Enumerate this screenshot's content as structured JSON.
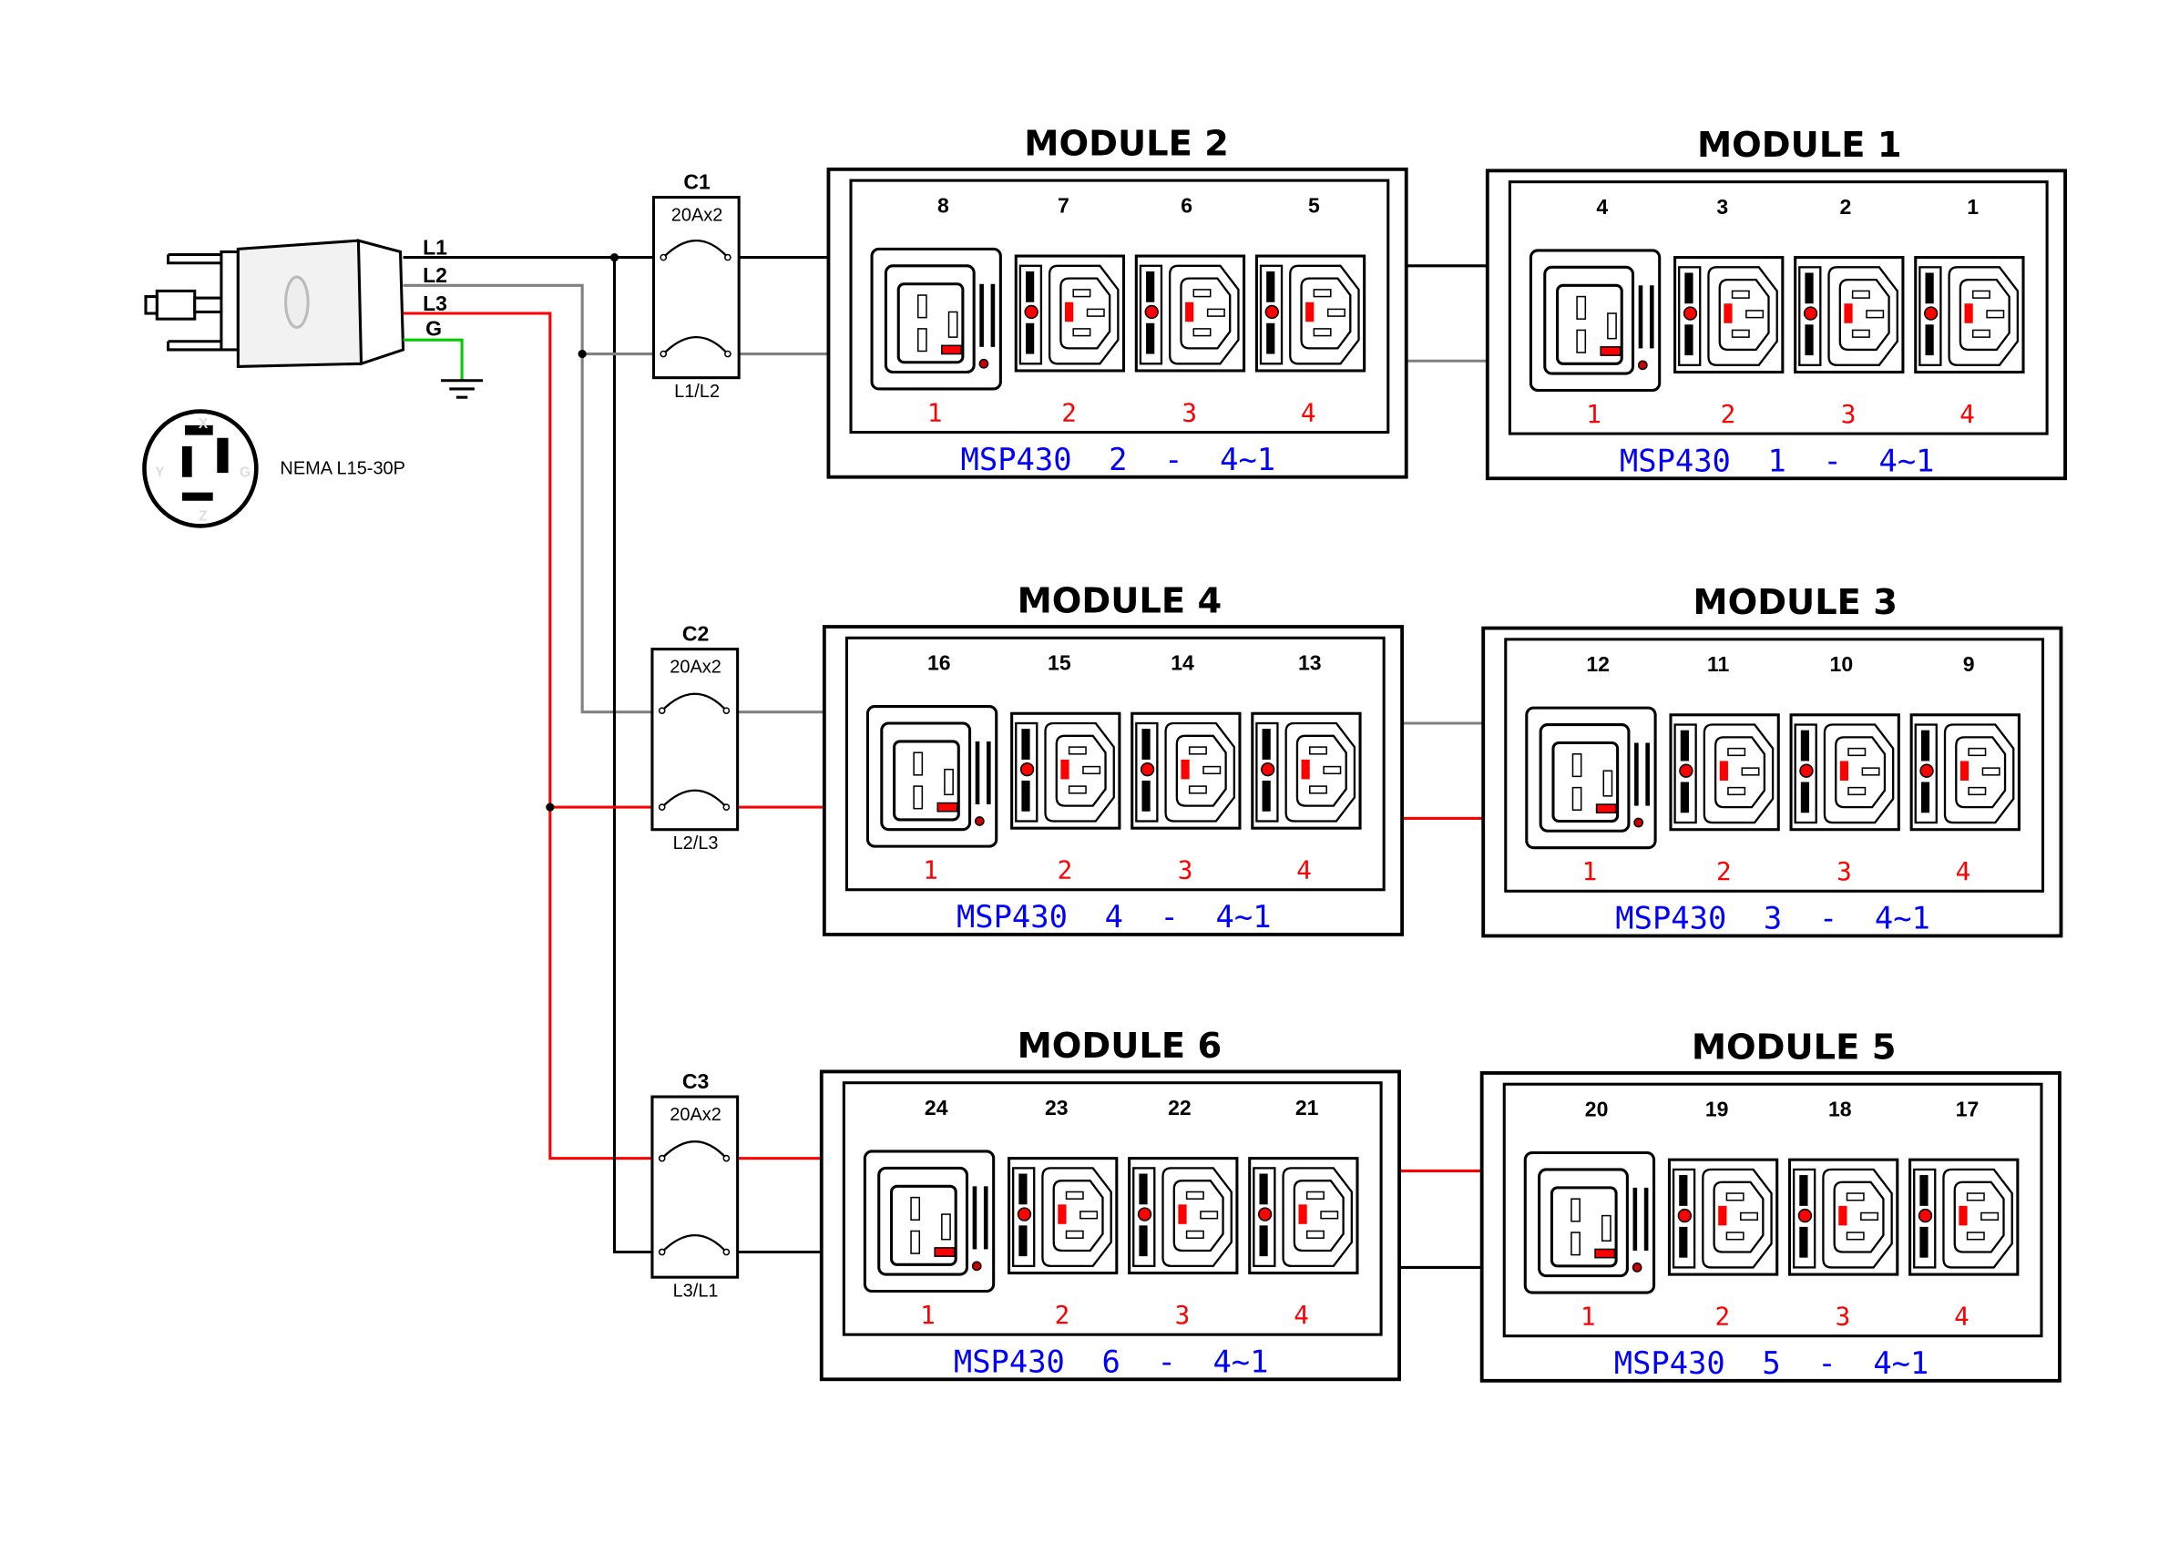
{
  "plug": {
    "wires": [
      "L1",
      "L2",
      "L3",
      "G"
    ],
    "model": "NEMA L15-30P",
    "pin_letters": [
      "X",
      "Y",
      "Z",
      "G"
    ]
  },
  "breakers": [
    {
      "name": "C1",
      "rating": "20Ax2",
      "phases": "L1/L2"
    },
    {
      "name": "C2",
      "rating": "20Ax2",
      "phases": "L2/L3"
    },
    {
      "name": "C3",
      "rating": "20Ax2",
      "phases": "L3/L1"
    }
  ],
  "modules": [
    {
      "title": "MODULE 2",
      "outlets": [
        "8",
        "7",
        "6",
        "5"
      ],
      "ports": [
        "1",
        "2",
        "3",
        "4"
      ],
      "label": "MSP430  2  -  4~1"
    },
    {
      "title": "MODULE 1",
      "outlets": [
        "4",
        "3",
        "2",
        "1"
      ],
      "ports": [
        "1",
        "2",
        "3",
        "4"
      ],
      "label": "MSP430  1  -  4~1"
    },
    {
      "title": "MODULE 4",
      "outlets": [
        "16",
        "15",
        "14",
        "13"
      ],
      "ports": [
        "1",
        "2",
        "3",
        "4"
      ],
      "label": "MSP430  4  -  4~1"
    },
    {
      "title": "MODULE 3",
      "outlets": [
        "12",
        "11",
        "10",
        "9"
      ],
      "ports": [
        "1",
        "2",
        "3",
        "4"
      ],
      "label": "MSP430  3  -  4~1"
    },
    {
      "title": "MODULE 6",
      "outlets": [
        "24",
        "23",
        "22",
        "21"
      ],
      "ports": [
        "1",
        "2",
        "3",
        "4"
      ],
      "label": "MSP430  6  -  4~1"
    },
    {
      "title": "MODULE 5",
      "outlets": [
        "20",
        "19",
        "18",
        "17"
      ],
      "ports": [
        "1",
        "2",
        "3",
        "4"
      ],
      "label": "MSP430  5  -  4~1"
    }
  ],
  "colors": {
    "L1": "#000000",
    "L2": "#808080",
    "L3": "#ff0000",
    "G": "#00cc00",
    "label": "#0000ff",
    "port": "#ff0000"
  }
}
